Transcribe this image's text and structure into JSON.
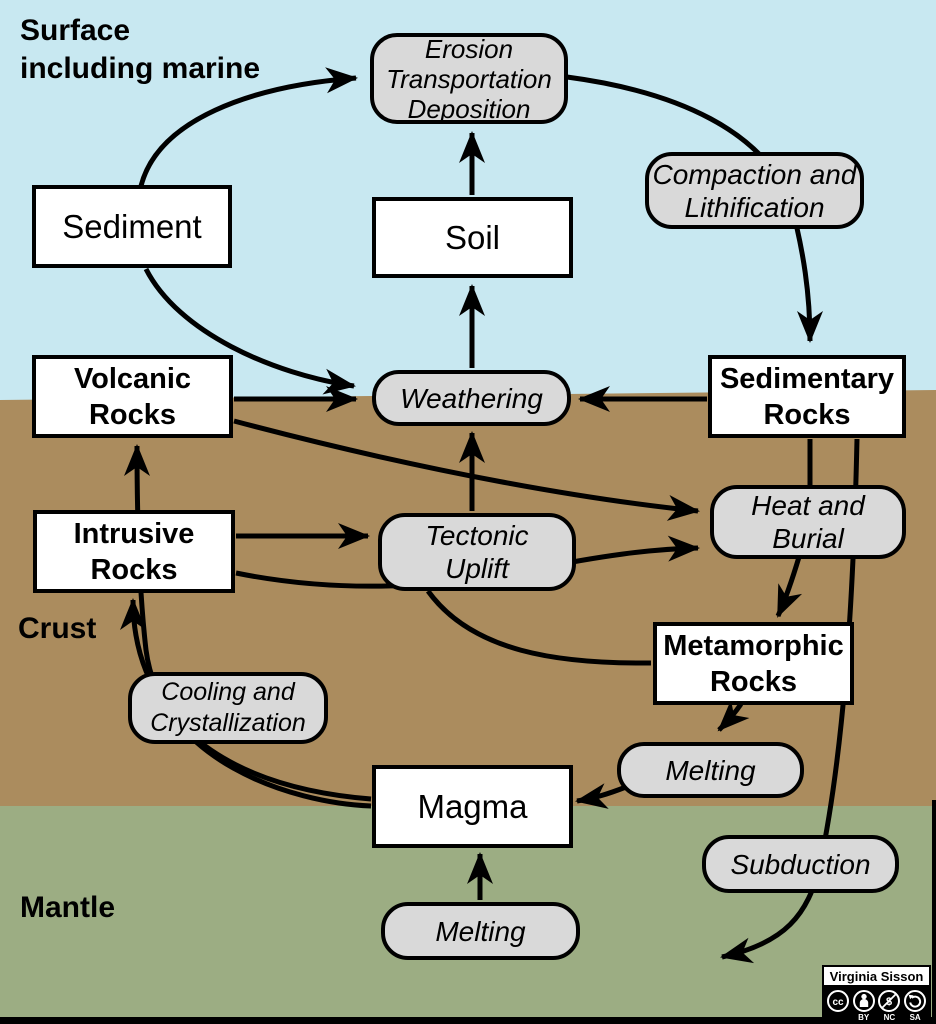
{
  "zones": {
    "surface": {
      "line1": "Surface",
      "line2": "including marine"
    },
    "crust": {
      "label": "Crust"
    },
    "mantle": {
      "label": "Mantle"
    }
  },
  "nodes": {
    "sediment": {
      "label": "Sediment"
    },
    "soil": {
      "label": "Soil"
    },
    "volcanic": {
      "line1": "Volcanic",
      "line2": "Rocks"
    },
    "sedimentary": {
      "line1": "Sedimentary",
      "line2": "Rocks"
    },
    "intrusive": {
      "line1": "Intrusive",
      "line2": "Rocks"
    },
    "metamorphic": {
      "line1": "Metamorphic",
      "line2": "Rocks"
    },
    "magma": {
      "label": "Magma"
    }
  },
  "processes": {
    "erosion": {
      "line1": "Erosion",
      "line2": "Transportation",
      "line3": "Deposition"
    },
    "compaction": {
      "line1": "Compaction and",
      "line2": "Lithification"
    },
    "weathering": {
      "label": "Weathering"
    },
    "heat_burial": {
      "line1": "Heat and",
      "line2": "Burial"
    },
    "tectonic_uplift": {
      "line1": "Tectonic",
      "line2": "Uplift"
    },
    "cooling": {
      "line1": "Cooling and",
      "line2": "Crystallization"
    },
    "melting_mid": {
      "label": "Melting"
    },
    "subduction": {
      "label": "Subduction"
    },
    "melting_deep": {
      "label": "Melting"
    }
  },
  "attribution": {
    "author": "Virginia Sisson",
    "cc_label": "cc",
    "nc_glyph": "$",
    "license_labels": {
      "by": "BY",
      "nc": "NC",
      "sa": "SA"
    },
    "icons": [
      "cc-icon",
      "attribution-icon",
      "nc-icon",
      "sa-icon"
    ]
  },
  "colors": {
    "sky": "#c8e8f1",
    "crust": "#ab8c5e",
    "mantle": "#9cad83",
    "process_fill": "#d9d9d9",
    "node_fill": "#ffffff",
    "line": "#000000"
  }
}
